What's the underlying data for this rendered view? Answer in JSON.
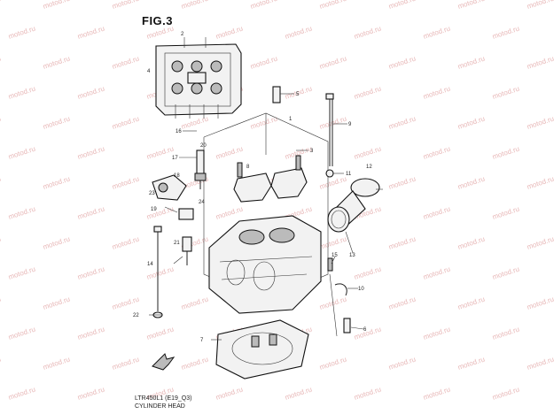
{
  "figure": {
    "title": "FIG.3",
    "footer_code": "LTR450L1 (E19_Q3)",
    "footer_name": "CYLINDER HEAD"
  },
  "watermark": {
    "text": "motod.ru",
    "color": "#e8b9b9"
  },
  "callouts": [
    {
      "id": "c1",
      "label": "1"
    },
    {
      "id": "c2",
      "label": "2"
    },
    {
      "id": "c3",
      "label": "3"
    },
    {
      "id": "c4",
      "label": "4"
    },
    {
      "id": "c5",
      "label": "5"
    },
    {
      "id": "c6",
      "label": "6"
    },
    {
      "id": "c7",
      "label": "7"
    },
    {
      "id": "c8",
      "label": "8"
    },
    {
      "id": "c9",
      "label": "9"
    },
    {
      "id": "c10",
      "label": "10"
    },
    {
      "id": "c11",
      "label": "11"
    },
    {
      "id": "c12",
      "label": "12"
    },
    {
      "id": "c13",
      "label": "13"
    },
    {
      "id": "c14",
      "label": "14"
    },
    {
      "id": "c15",
      "label": "15"
    },
    {
      "id": "c16",
      "label": "16"
    },
    {
      "id": "c17",
      "label": "17"
    },
    {
      "id": "c18",
      "label": "18"
    },
    {
      "id": "c19",
      "label": "19"
    },
    {
      "id": "c20",
      "label": "20"
    },
    {
      "id": "c21",
      "label": "21"
    },
    {
      "id": "c22",
      "label": "22"
    },
    {
      "id": "c23",
      "label": "23"
    },
    {
      "id": "c24",
      "label": "24"
    }
  ]
}
